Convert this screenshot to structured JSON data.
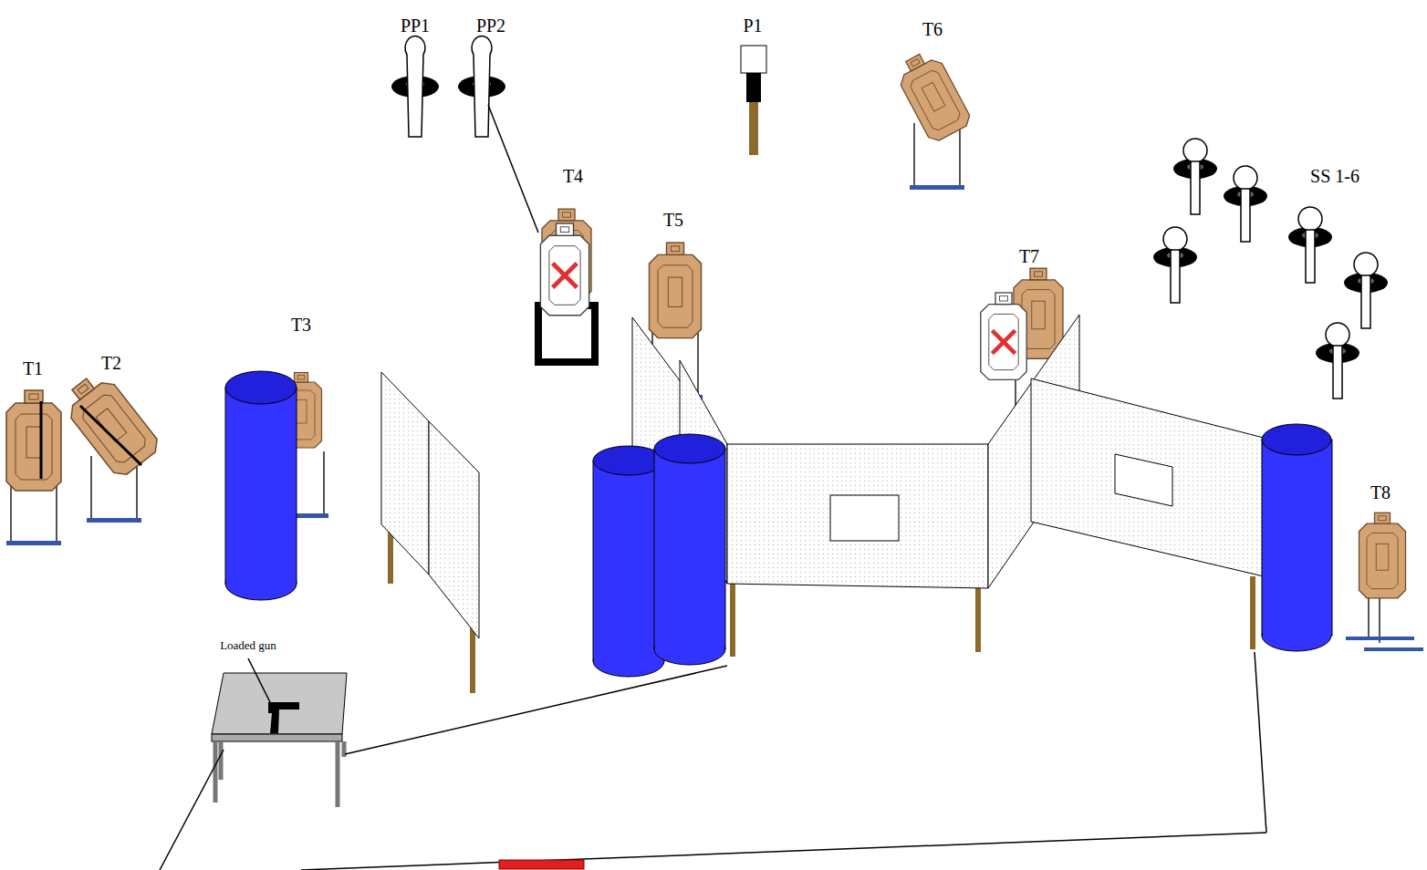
{
  "diagram": {
    "labels": [
      "PP1",
      "PP2",
      "P1",
      "T6",
      "SS 1-6",
      "T4",
      "T5",
      "T7",
      "T3",
      "T1",
      "T2",
      "T8",
      "Loaded gun"
    ]
  }
}
